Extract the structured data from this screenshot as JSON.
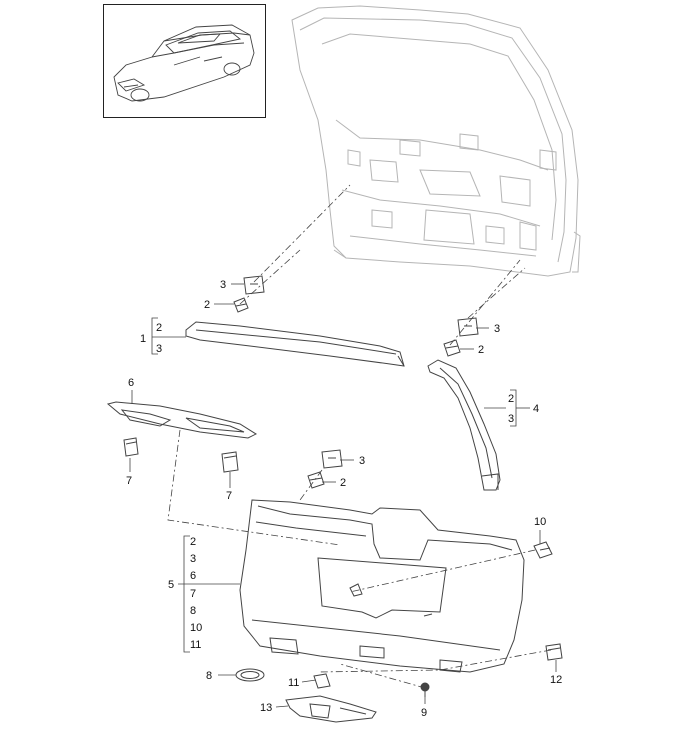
{
  "callouts": {
    "c1": "1",
    "c1_a": "2",
    "c1_b": "3",
    "c2_left": "2",
    "c3_left": "3",
    "c3_right": "3",
    "c2_right": "2",
    "c4": "4",
    "c4_a": "2",
    "c4_b": "3",
    "c6": "6",
    "c7_left": "7",
    "c7_right": "7",
    "c3_mid": "3",
    "c2_mid": "2",
    "c5": "5",
    "c5_list": [
      "2",
      "3",
      "6",
      "7",
      "8",
      "10",
      "11"
    ],
    "c10": "10",
    "c8": "8",
    "c11": "11",
    "c9": "9",
    "c12": "12",
    "c13": "13"
  },
  "thumbnail": {
    "icon": "vehicle-icon"
  },
  "colors": {
    "line": "#444444",
    "part": "#555555",
    "body": "#b8b8b8"
  }
}
